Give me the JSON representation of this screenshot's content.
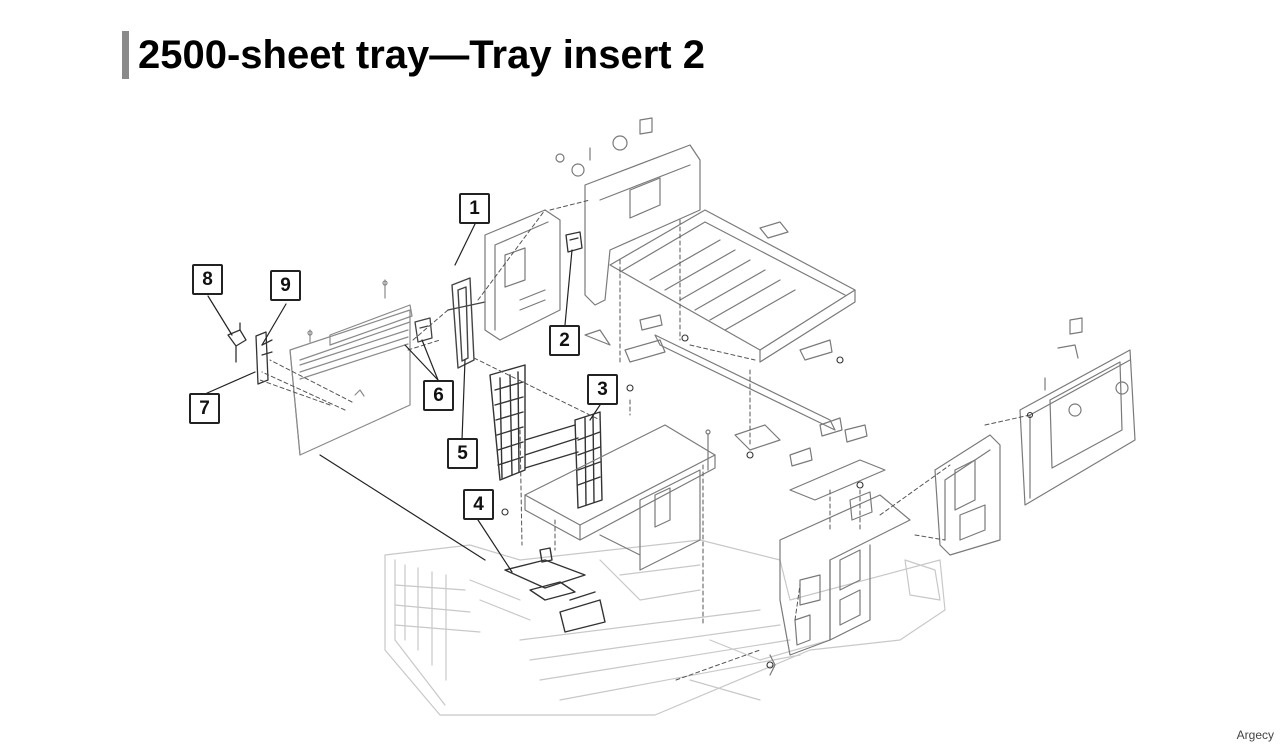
{
  "slide": {
    "title": "2500-sheet tray—Tray insert 2",
    "accent_color": "#8a8a8a",
    "footer_brand": "Argecy"
  },
  "diagram": {
    "callouts": [
      "1",
      "2",
      "3",
      "4",
      "5",
      "6",
      "7",
      "8",
      "9"
    ]
  }
}
